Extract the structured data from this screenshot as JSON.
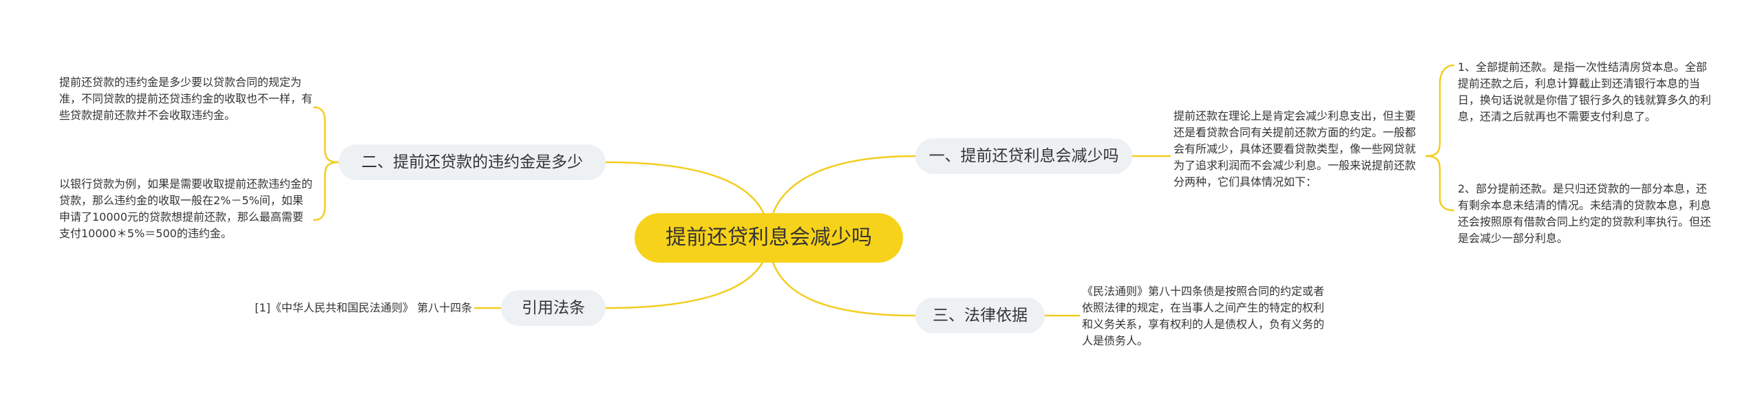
{
  "root": {
    "label": "提前还贷利息会减少吗"
  },
  "branches": {
    "b1": {
      "label": "一、提前还贷利息会减少吗"
    },
    "b2": {
      "label": "二、提前还贷款的违约金是多少"
    },
    "b3": {
      "label": "三、法律依据"
    },
    "b4": {
      "label": "引用法条"
    }
  },
  "leaves": {
    "b1_intro": "提前还款在理论上是肯定会减少利息支出，但主要还是看贷款合同有关提前还款方面的约定。一般都会有所减少，具体还要看贷款类型，像一些网贷就为了追求利润而不会减少利息。一般来说提前还款分两种，它们具体情况如下：",
    "b1_sub1": "1、全部提前还款。是指一次性结清房贷本息。全部提前还款之后，利息计算截止到还清银行本息的当日，换句话说就是你借了银行多久的钱就算多久的利息，还清之后就再也不需要支付利息了。",
    "b1_sub2": "2、部分提前还款。是只归还贷款的一部分本息，还有剩余本息未结清的情况。未结清的贷款本息，利息还会按照原有借款合同上约定的贷款利率执行。但还是会减少一部分利息。",
    "b2_a": "提前还贷款的违约金是多少要以贷款合同的规定为准，不同贷款的提前还贷违约金的收取也不一样，有些贷款提前还款并不会收取违约金。",
    "b2_b": "以银行贷款为例，如果是需要收取提前还款违约金的贷款，那么违约金的收取一般在2%－5%间，如果申请了10000元的贷款想提前还款，那么最高需要支付10000＊5%＝500的违约金。",
    "b3_text": "《民法通则》第八十四条债是按照合同的约定或者依照法律的规定，在当事人之间产生的特定的权利和义务关系，享有权利的人是债权人，负有义务的人是债务人。",
    "b4_text": "[1]《中华人民共和国民法通则》 第八十四条"
  },
  "colors": {
    "accent": "#f7d21a",
    "branch_bg": "#eef1f4",
    "text": "#333333"
  }
}
